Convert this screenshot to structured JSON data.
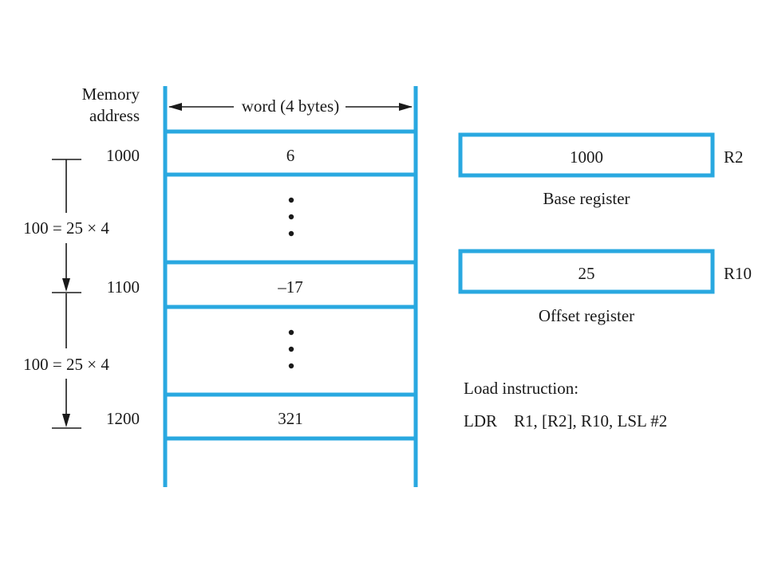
{
  "memory": {
    "header": {
      "label_line1": "Memory",
      "label_line2": "address",
      "word_label": "word (4 bytes)"
    },
    "cells": [
      {
        "address": "1000",
        "value": "6"
      },
      {
        "address": "1100",
        "value": "–17"
      },
      {
        "address": "1200",
        "value": "321"
      }
    ],
    "offset_labels": [
      "100 = 25 × 4",
      "100 = 25 × 4"
    ]
  },
  "registers": [
    {
      "value": "1000",
      "name": "R2",
      "caption": "Base register"
    },
    {
      "value": "25",
      "name": "R10",
      "caption": "Offset register"
    }
  ],
  "instruction": {
    "title": "Load instruction:",
    "op": "LDR",
    "args": "R1, [R2], R10, LSL #2"
  },
  "colors": {
    "frame": "#29a8e0",
    "ink": "#1a1a1a"
  }
}
